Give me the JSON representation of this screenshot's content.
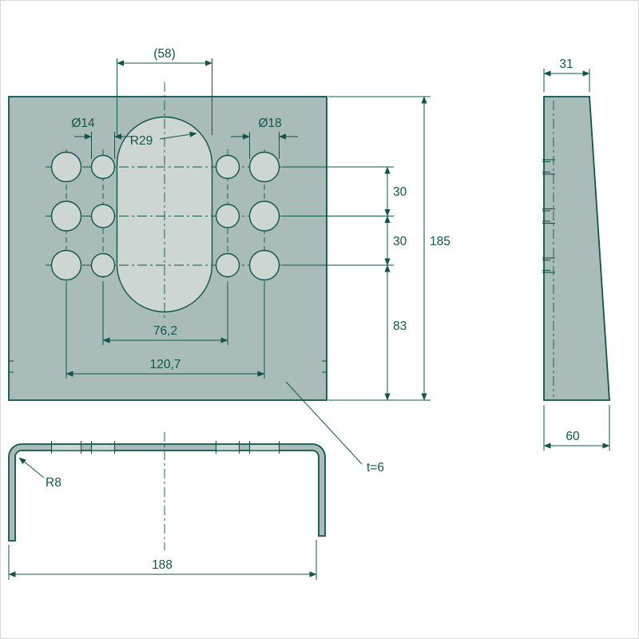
{
  "colors": {
    "line": "#11544b",
    "part-fill": "#a9bcba",
    "hole-fill": "#cdd6d2",
    "page-bg": "#ffffff",
    "page-border": "#d9d9d9"
  },
  "front": {
    "slot_width": "(58)",
    "hole_small_dia": "Ø14",
    "hole_large_dia": "Ø18",
    "slot_radius": "R29",
    "row_gap_top": "30",
    "row_gap_bottom": "30",
    "bottom_offset": "83",
    "height": "185",
    "inner_hole_span": "76,2",
    "outer_hole_span": "120,7",
    "thickness": "t=6"
  },
  "side": {
    "top_width": "31",
    "base_depth": "60"
  },
  "bottom": {
    "corner_radius": "R8",
    "overall_width": "188"
  }
}
